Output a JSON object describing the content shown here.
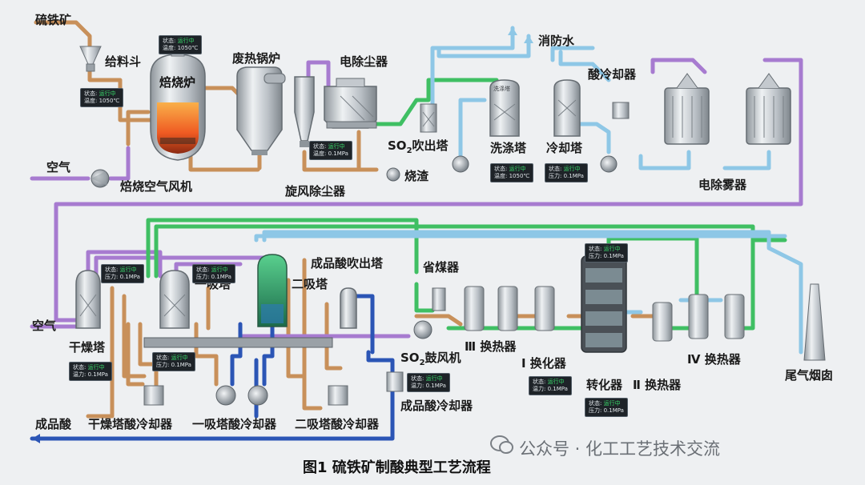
{
  "labels": {
    "pyrite": "硫铁矿",
    "feed_hopper": "给料斗",
    "roaster": "焙烧炉",
    "waste_heat_boiler": "废热锅炉",
    "esp": "电除尘器",
    "fire_water": "消防水",
    "acid_cooler": "酸冷却器",
    "air_top": "空气",
    "roaster_fan": "焙烧空气风机",
    "cyclone": "旋风除尘器",
    "cinder": "烧渣",
    "so2_stripper": "SO",
    "so2_stripper_sub": "2",
    "so2_stripper_tail": "吹出塔",
    "washing_tower": "洗涤塔",
    "cooling_tower": "冷却塔",
    "mist_esp": "电除雾器",
    "product_stripper": "成品酸吹出塔",
    "economizer": "省煤器",
    "first_absorber": "一吸塔",
    "second_absorber": "二吸塔",
    "air_bottom": "空气",
    "drying_tower": "干燥塔",
    "hx3": "Ⅲ 换热器",
    "hx1": "Ⅰ 换化器",
    "so2_blower": "SO",
    "so2_blower_sub": "2",
    "so2_blower_tail": "鼓风机",
    "converter": "转化器",
    "hx2": "Ⅱ 换热器",
    "hx4": "Ⅳ 换热器",
    "stack": "尾气烟囱",
    "product_cooler": "成品酸冷却器",
    "product_acid": "成品酸",
    "drying_cooler": "干燥塔酸冷却器",
    "first_cooler": "一吸塔酸冷却器",
    "second_cooler": "二吸塔酸冷却器",
    "tower_plate": "洗涤塔"
  },
  "status_boxes": [
    {
      "state_label": "状态:",
      "state": "运行中",
      "param_label": "温度:",
      "param": "1050℃"
    },
    {
      "state_label": "状态:",
      "state": "运行中",
      "param_label": "温度:",
      "param": "1050℃"
    },
    {
      "state_label": "状态:",
      "state": "运行中",
      "param_label": "温度:",
      "param": "0.1MPa"
    },
    {
      "state_label": "状态:",
      "state": "运行中",
      "param_label": "温度:",
      "param": "1050℃"
    },
    {
      "state_label": "状态:",
      "state": "运行中",
      "param_label": "压力:",
      "param": "0.1MPa"
    },
    {
      "state_label": "状态:",
      "state": "运行中",
      "param_label": "压力:",
      "param": "0.1MPa"
    },
    {
      "state_label": "状态:",
      "state": "运行中",
      "param_label": "压力:",
      "param": "0.1MPa"
    },
    {
      "state_label": "状态:",
      "state": "运行中",
      "param_label": "压力:",
      "param": "0.1MPa"
    },
    {
      "state_label": "状态:",
      "state": "运行中",
      "param_label": "温力:",
      "param": "0.1MPa"
    },
    {
      "state_label": "状态:",
      "state": "运行中",
      "param_label": "温力:",
      "param": "0.1MPa"
    },
    {
      "state_label": "状态:",
      "state": "运行中",
      "param_label": "温力:",
      "param": "0.1MPa"
    },
    {
      "state_label": "状态:",
      "state": "运行中",
      "param_label": "压力:",
      "param": "0.1MPa"
    },
    {
      "state_label": "状态:",
      "state": "运行中",
      "param_label": "压力:",
      "param": "0.1MPa"
    }
  ],
  "caption": "图1  硫铁矿制酸典型工艺流程",
  "watermark": "公众号 · 化工工艺技术交流",
  "colors": {
    "solids": "#c8905a",
    "air": "#a77bd0",
    "gas_green": "#3fbf63",
    "water_blue": "#8ec7e6",
    "acid_blue": "#2b55b5",
    "vessel": "#c9ced3",
    "fire": "#f0662a"
  }
}
